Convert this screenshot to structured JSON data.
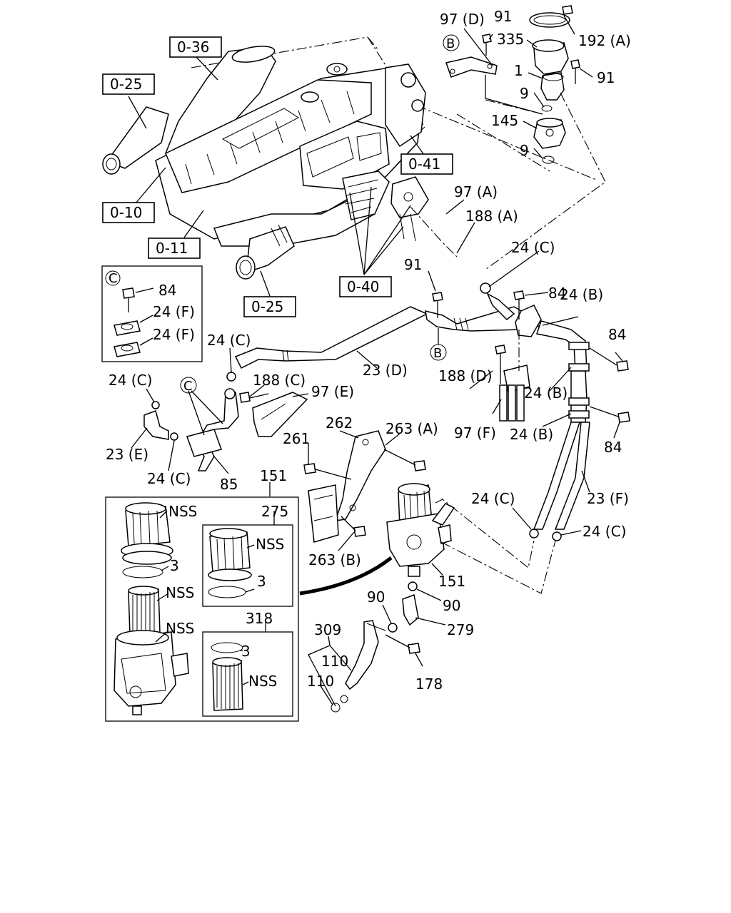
{
  "ref_boxes": {
    "r036": "0-36",
    "r025a": "0-25",
    "r010": "0-10",
    "r011": "0-11",
    "r041": "0-41",
    "r040": "0-40",
    "r025b": "0-25"
  },
  "callouts": {
    "c97d": "97 (D)",
    "c91a": "91",
    "c192a": "192 (A)",
    "c335": "335",
    "c1": "1",
    "c91b": "91",
    "c9a": "9",
    "c145": "145",
    "c9b": "9",
    "c97a": "97 (A)",
    "c188a": "188 (A)",
    "c24c_1": "24 (C)",
    "c91c": "91",
    "c84a": "84",
    "c24b_1": "24 (B)",
    "c84b": "84",
    "c188d": "188 (D)",
    "c24b_2": "24 (B)",
    "c24b_3": "24 (B)",
    "c97f": "97 (F)",
    "c84c": "84",
    "c23d": "23 (D)",
    "c24c_2": "24 (C)",
    "c188c": "188 (C)",
    "c97e": "97 (E)",
    "c24c_3": "24 (C)",
    "c23e": "23 (E)",
    "c24c_4": "24 (C)",
    "c85": "85",
    "c262": "262",
    "c263a": "263 (A)",
    "c261": "261",
    "c23f": "23 (F)",
    "c24c_5": "24 (C)",
    "c24c_6": "24 (C)",
    "c263b": "263 (B)",
    "c151a": "151",
    "c151b": "151",
    "c90a": "90",
    "c90b": "90",
    "c279": "279",
    "c309": "309",
    "c110a": "110",
    "c110b": "110",
    "c178": "178",
    "c275": "275",
    "c318": "318",
    "cnss1": "NSS",
    "c3a": "3",
    "cnss2": "NSS",
    "cnss3": "NSS",
    "c3b": "3",
    "cnss4": "NSS",
    "c3c": "3",
    "cnss5": "NSS"
  },
  "detail_c": {
    "marker": "C",
    "c84": "84",
    "c24f_1": "24 (F)",
    "c24f_2": "24 (F)"
  },
  "markers": {
    "b_top": "B",
    "b_mid": "B",
    "c_mid": "C"
  }
}
